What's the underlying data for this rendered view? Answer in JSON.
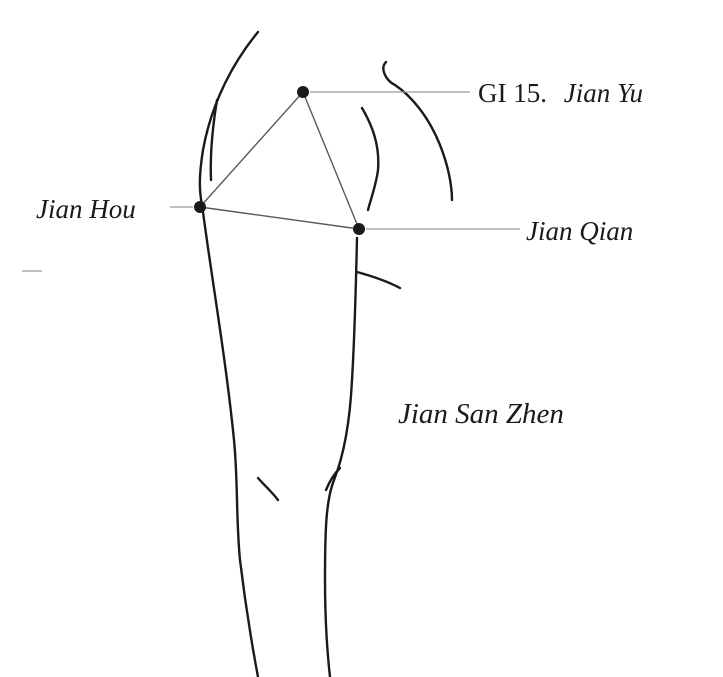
{
  "diagram": {
    "points": [
      {
        "code": "GI 15.",
        "name": "Jian Yu"
      },
      {
        "name": "Jian Hou"
      },
      {
        "name": "Jian Qian"
      }
    ],
    "group_label": "Jian San Zhen"
  }
}
